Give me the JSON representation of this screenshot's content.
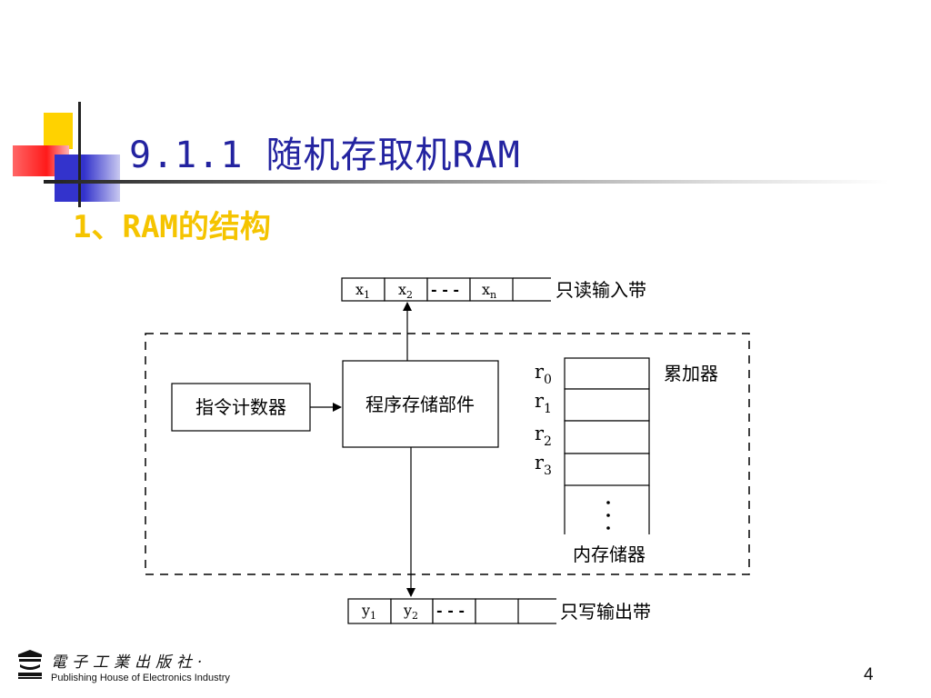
{
  "slide": {
    "title": "9.1.1  随机存取机RAM",
    "subtitle": "1、RAM的结构",
    "page_number": "4"
  },
  "diagram": {
    "input_tape": {
      "cells": [
        {
          "base": "x",
          "sub": "1"
        },
        {
          "base": "x",
          "sub": "2"
        },
        {
          "base": "- - -",
          "sub": ""
        },
        {
          "base": "x",
          "sub": "n"
        },
        {
          "base": "",
          "sub": ""
        }
      ],
      "label": "只读输入带"
    },
    "output_tape": {
      "cells": [
        {
          "base": "y",
          "sub": "1"
        },
        {
          "base": "y",
          "sub": "2"
        },
        {
          "base": "- - -",
          "sub": ""
        },
        {
          "base": "",
          "sub": ""
        },
        {
          "base": "",
          "sub": ""
        }
      ],
      "label": "只写输出带"
    },
    "program_counter_label": "指令计数器",
    "program_memory_label": "程序存储部件",
    "accumulator_label": "累加器",
    "memory_label": "内存储器",
    "registers": [
      {
        "base": "r",
        "sub": "0"
      },
      {
        "base": "r",
        "sub": "1"
      },
      {
        "base": "r",
        "sub": "2"
      },
      {
        "base": "r",
        "sub": "3"
      }
    ]
  },
  "footer": {
    "publisher_cn": "電子工業出版社·",
    "publisher_en": "Publishing House of Electronics Industry"
  }
}
